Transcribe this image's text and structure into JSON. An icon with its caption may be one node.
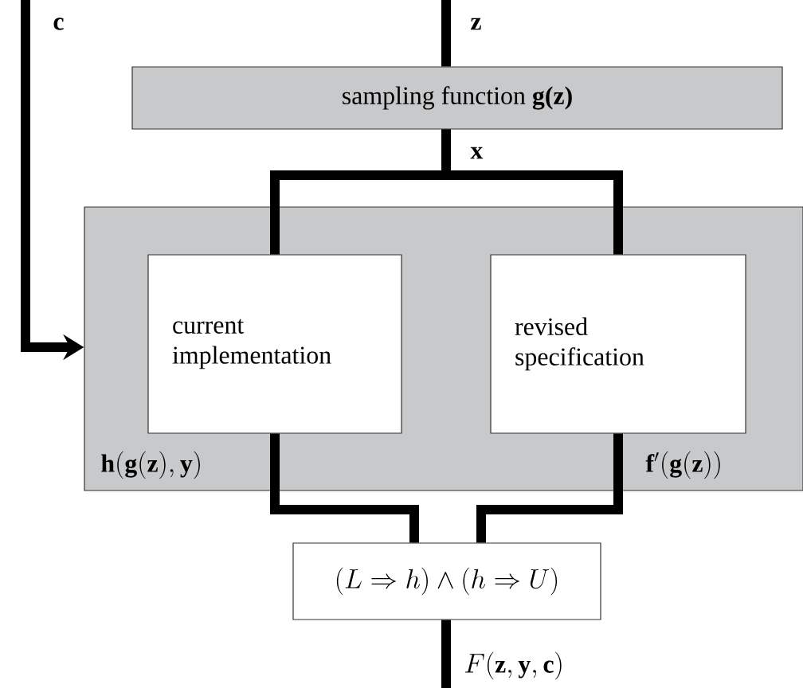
{
  "diagram": {
    "nodes": [
      {
        "text": [
          "sampling function **g(z)**"
        ]
      },
      {
        "text": [],
        "shape": "box"
      },
      {
        "text": [
          "current implementation"
        ],
        "in": 1
      },
      {
        "text": [
          "revised specification"
        ],
        "in": 1
      },
      {
        "text": [
          "(L \\Rightarrow h) \\wedge (h \\Rightarrow U)"
        ]
      }
    ],
    "edges": [
      {
        "from": null,
        "to": 0,
        "arrow": "none",
        "label": "\\mathbf{z}"
      },
      {
        "from": null,
        "to": 1,
        "arrow": "to",
        "label": "\\mathbf{c}"
      },
      {
        "from": 0,
        "to": 2,
        "arrow": "none",
        "label": "\\mathbf{x}"
      },
      {
        "from": 0,
        "to": 3,
        "arrow": "none"
      },
      {
        "from": 2,
        "to": 4,
        "arrow": "none",
        "label": "\\mathbf{h}(\\mathbf{g}(\\mathbf{z}),\\mathbf{y})"
      },
      {
        "from": 3,
        "to": 4,
        "arrow": "none",
        "label": "\\mathbf{f}'(\\mathbf{g}(\\mathbf{z}))"
      },
      {
        "from": 4,
        "to": null,
        "arrow": "none",
        "label": "F(\\mathbf{z},\\mathbf{y},\\mathbf{c})"
      }
    ]
  }
}
